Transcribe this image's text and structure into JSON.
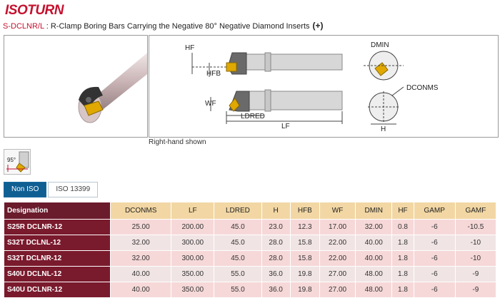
{
  "brand": {
    "logo_text": "ISOTURN",
    "accent": "#c4122f"
  },
  "header": {
    "code": "S-DCLNR/L",
    "separator": " : ",
    "description": "R-Clamp Boring Bars Carrying the Negative 80° Negative Diamond Inserts",
    "expand_symbol": "(+)"
  },
  "drawing": {
    "labels": {
      "hf": "HF",
      "hfb": "HFB",
      "wf": "WF",
      "ldred": "LDRED",
      "lf": "LF",
      "dmin": "DMIN",
      "dconms": "DCONMS",
      "h": "H"
    },
    "caption": "Right-hand shown"
  },
  "angle_icon": {
    "value": "95°",
    "name": "approach-angle-icon"
  },
  "tabs": [
    {
      "label": "Non ISO",
      "active": true
    },
    {
      "label": "ISO 13399",
      "active": false
    }
  ],
  "table": {
    "headers": [
      "Designation",
      "DCONMS",
      "LF",
      "LDRED",
      "H",
      "HFB",
      "WF",
      "DMIN",
      "HF",
      "GAMP",
      "GAMF"
    ],
    "rows": [
      [
        "S25R DCLNR-12",
        "25.00",
        "200.00",
        "45.0",
        "23.0",
        "12.3",
        "17.00",
        "32.00",
        "0.8",
        "-6",
        "-10.5"
      ],
      [
        "S32T DCLNL-12",
        "32.00",
        "300.00",
        "45.0",
        "28.0",
        "15.8",
        "22.00",
        "40.00",
        "1.8",
        "-6",
        "-10"
      ],
      [
        "S32T DCLNR-12",
        "32.00",
        "300.00",
        "45.0",
        "28.0",
        "15.8",
        "22.00",
        "40.00",
        "1.8",
        "-6",
        "-10"
      ],
      [
        "S40U DCLNL-12",
        "40.00",
        "350.00",
        "55.0",
        "36.0",
        "19.8",
        "27.00",
        "48.00",
        "1.8",
        "-6",
        "-9"
      ],
      [
        "S40U DCLNR-12",
        "40.00",
        "350.00",
        "55.0",
        "36.0",
        "19.8",
        "27.00",
        "48.00",
        "1.8",
        "-6",
        "-9"
      ]
    ]
  },
  "colors": {
    "tab_active": "#0f5f93",
    "designation_bg": "#7a1a2d",
    "header_bg": "#f2d7a4",
    "row_bg": "#f6d8d8"
  }
}
